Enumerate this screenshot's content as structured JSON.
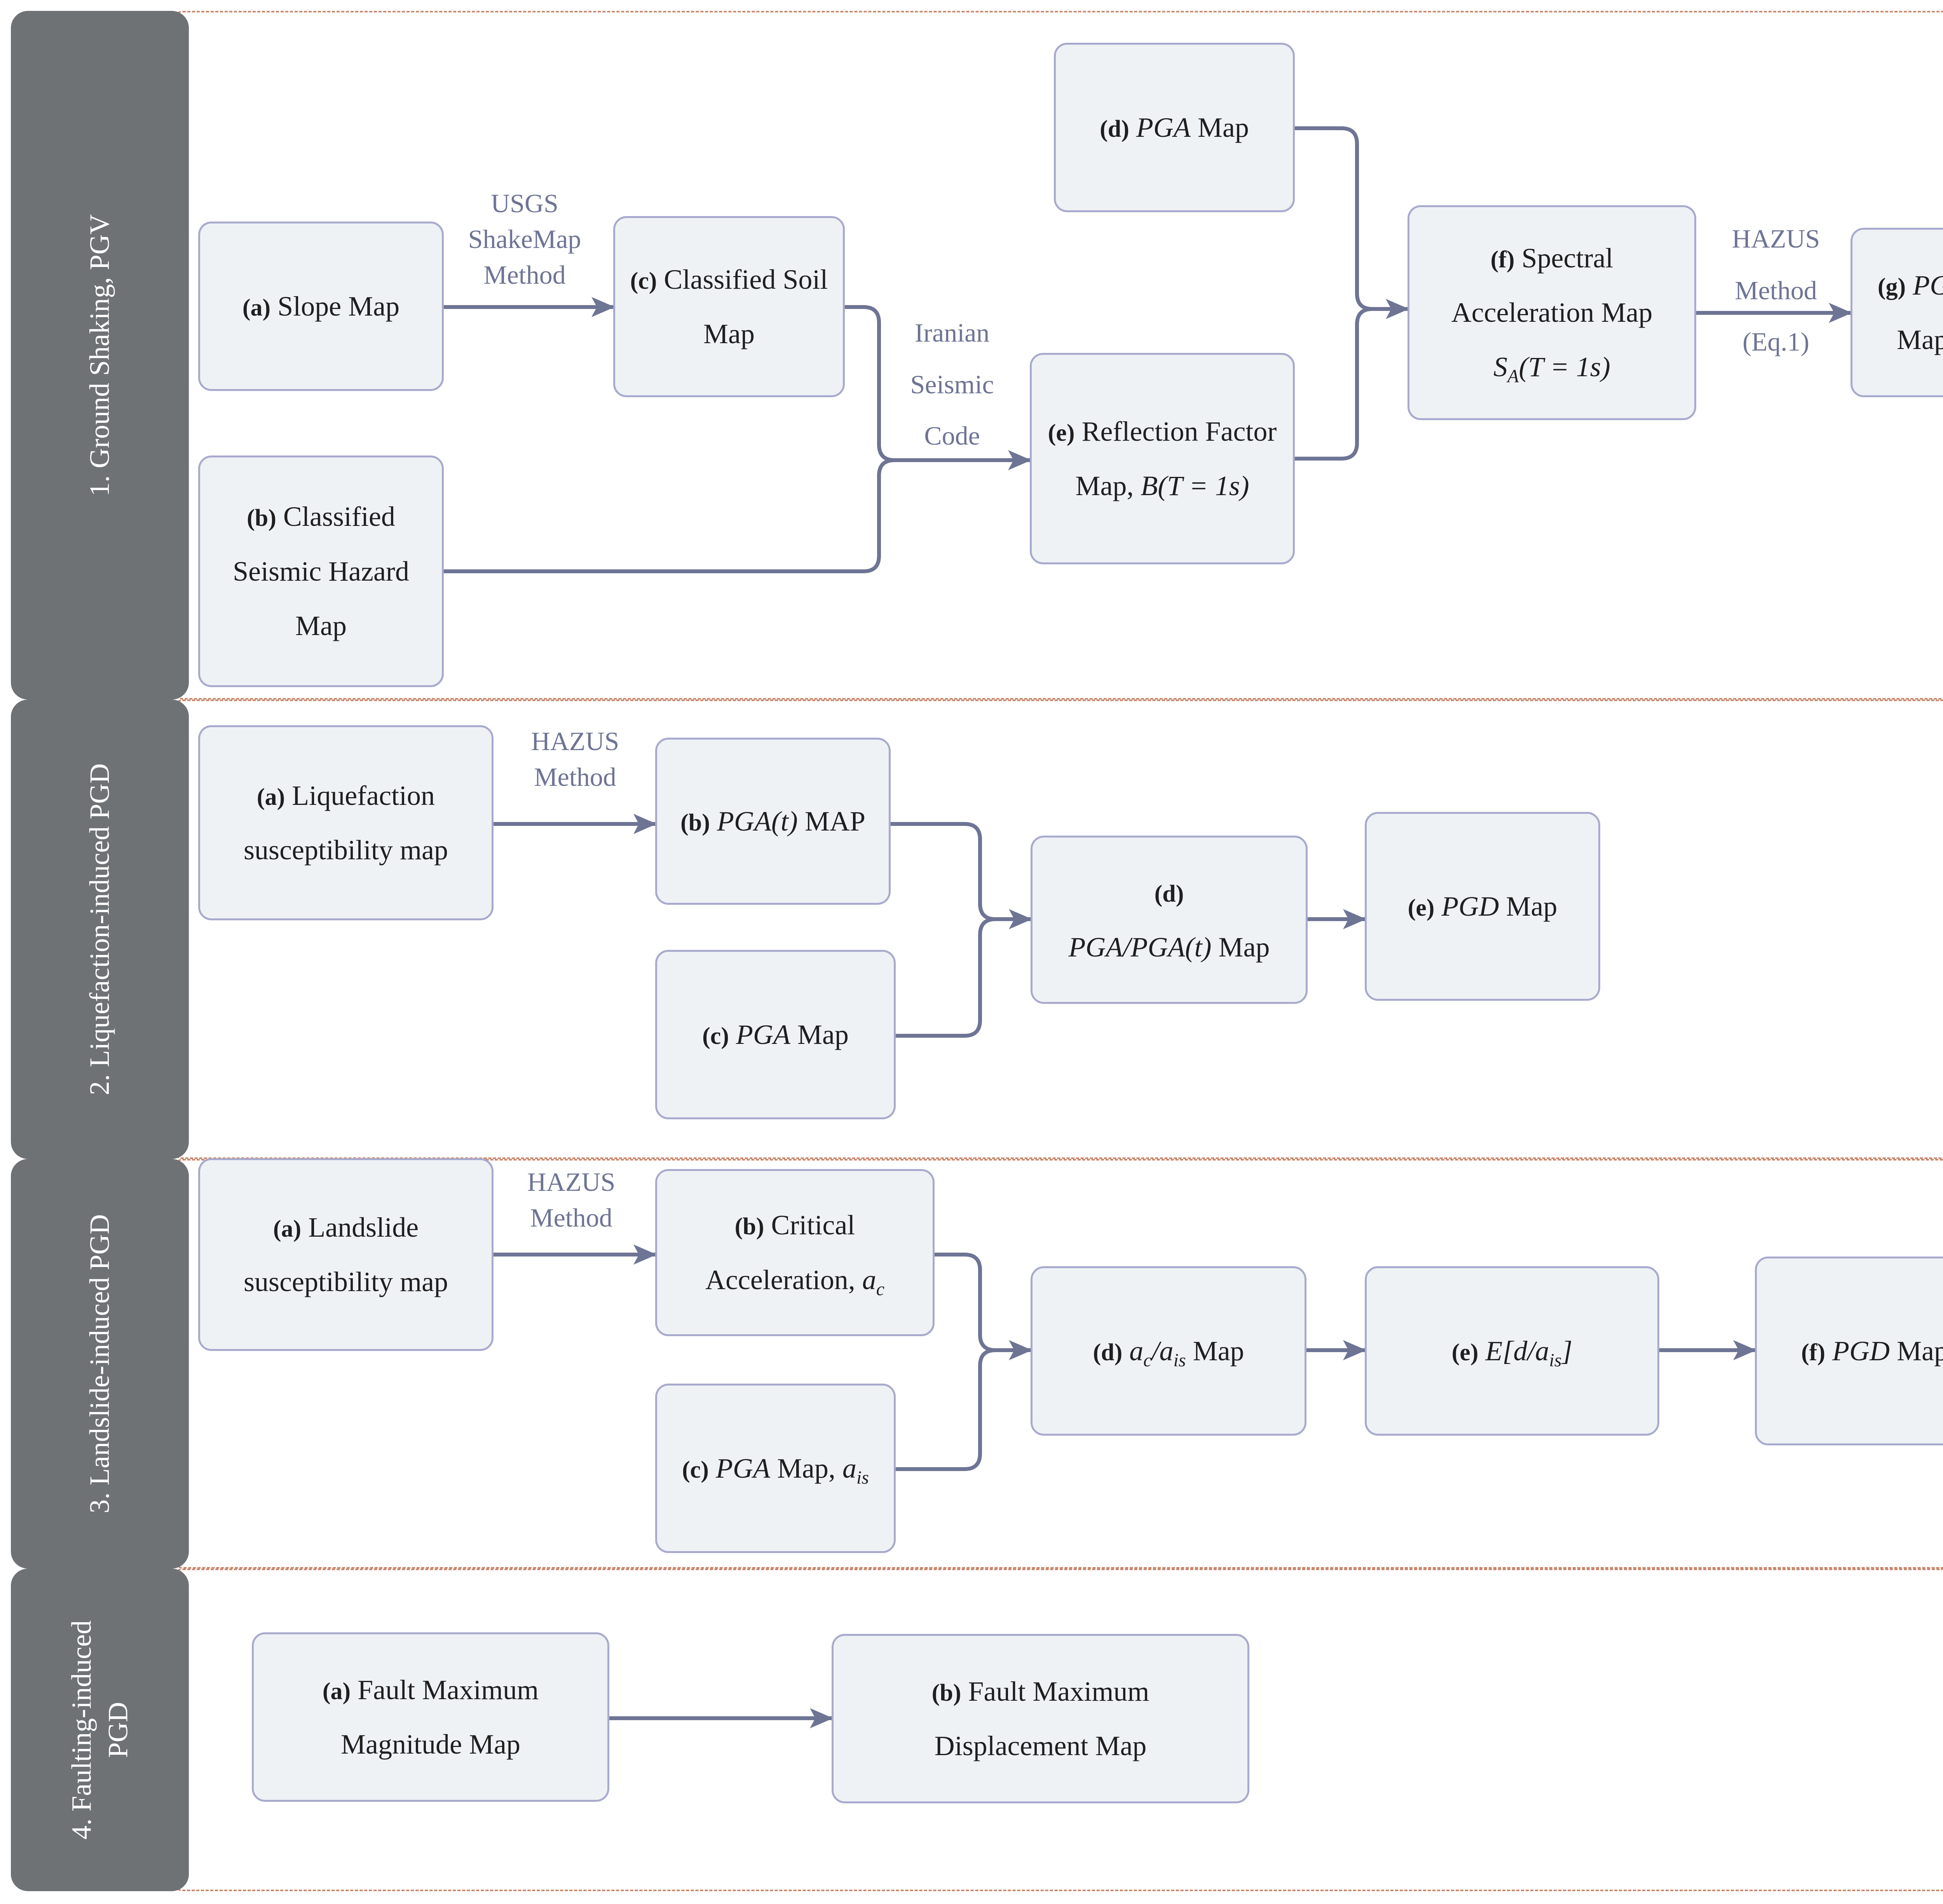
{
  "colors": {
    "side_panel": "#6f7275",
    "box_fill": "#eff2f5",
    "box_border": "#a8aacd",
    "arrow": "#6e7494",
    "dashed_border": "#c9876d"
  },
  "sections": {
    "s1": {
      "label": "1. Ground Shaking, PGV",
      "a": {
        "tag": "(a)",
        "text": "Slope Map"
      },
      "b": {
        "tag": "(b)",
        "text1": "Classified",
        "text2": "Seismic Hazard",
        "text3": "Map"
      },
      "c": {
        "tag": "(c)",
        "text1": "Classified Soil",
        "text2": "Map"
      },
      "d": {
        "tag": "(d)",
        "var": "PGA",
        "text": "Map"
      },
      "e": {
        "tag": "(e)",
        "text1": "Reflection Factor",
        "text2": "Map, ",
        "formula": "B(T = 1s)"
      },
      "f": {
        "tag": "(f)",
        "text1": "Spectral",
        "text2": "Acceleration Map",
        "formula_s": "S",
        "formula_sub": "A",
        "formula_rest": "(T = 1s)"
      },
      "g": {
        "tag": "(g)",
        "var": "PGV",
        "text2": "Map"
      },
      "edge_ac": [
        "USGS",
        "ShakeMap",
        "Method"
      ],
      "edge_ce": [
        "Iranian",
        "Seismic",
        "Code"
      ],
      "edge_fg": [
        "HAZUS",
        "Method",
        "(Eq.1)"
      ]
    },
    "s2": {
      "label": "2. Liquefaction-induced PGD",
      "a": {
        "tag": "(a)",
        "text1": "Liquefaction",
        "text2": "susceptibility map"
      },
      "b": {
        "tag": "(b)",
        "var": "PGA(t)",
        "text": "MAP"
      },
      "c": {
        "tag": "(c)",
        "var": "PGA",
        "text": "Map"
      },
      "d": {
        "tag": "(d)",
        "var": "PGA/PGA(t)",
        "text": "Map"
      },
      "e": {
        "tag": "(e)",
        "var": "PGD",
        "text": "Map"
      },
      "edge_ab": [
        "HAZUS",
        "Method"
      ]
    },
    "s3": {
      "label": "3. Landslide-induced PGD",
      "a": {
        "tag": "(a)",
        "text1": "Landslide",
        "text2": "susceptibility map"
      },
      "b": {
        "tag": "(b)",
        "text1": "Critical",
        "text2": "Acceleration, ",
        "var_base": "a",
        "var_sub": "c"
      },
      "c": {
        "tag": "(c)",
        "var": "PGA",
        "text": "Map,  ",
        "var_base": "a",
        "var_sub": "is"
      },
      "d": {
        "tag": "(d)",
        "v1": "a",
        "v1_sub": "c",
        "slash": "/",
        "v2": "a",
        "v2_sub": "is",
        "text": "Map"
      },
      "e": {
        "tag": "(e)",
        "pre": "E[d/",
        "v": "a",
        "v_sub": "is",
        "post": "]"
      },
      "f": {
        "tag": "(f)",
        "var": "PGD",
        "text": "Map"
      },
      "edge_ab": [
        "HAZUS",
        "Method"
      ]
    },
    "s4": {
      "label1": "4. Faulting-induced",
      "label2": "PGD",
      "a": {
        "tag": "(a)",
        "text1": "Fault Maximum",
        "text2": "Magnitude Map"
      },
      "b": {
        "tag": "(b)",
        "text1": "Fault Maximum",
        "text2": "Displacement Map"
      }
    }
  }
}
